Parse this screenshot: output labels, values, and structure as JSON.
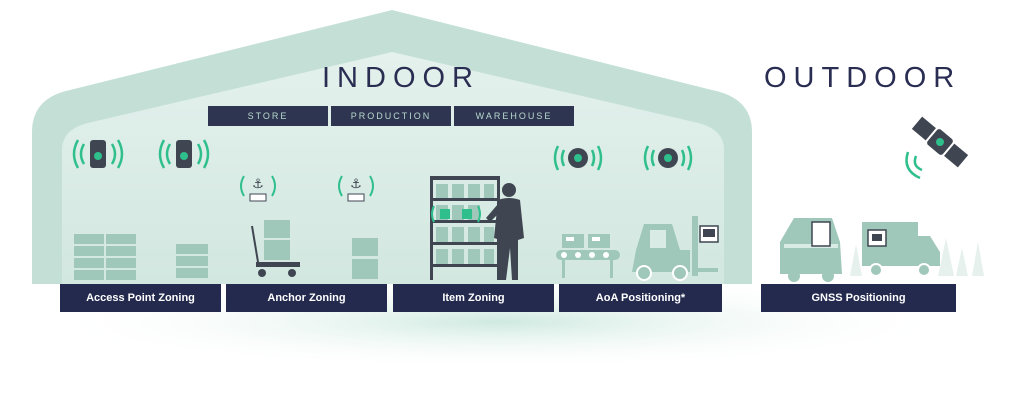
{
  "headings": {
    "indoor": "INDOOR",
    "outdoor": "OUTDOOR"
  },
  "zones": [
    "STORE",
    "PRODUCTION",
    "WAREHOUSE"
  ],
  "labels": {
    "access_point": "Access Point Zoning",
    "anchor": "Anchor Zoning",
    "item": "Item Zoning",
    "aoa": "AoA Positioning*",
    "gnss": "GNSS Positioning"
  },
  "icons": [
    "access-point-icon",
    "anchor-tag-icon",
    "item-tag-icon",
    "aoa-locator-icon",
    "satellite-icon"
  ],
  "colors": {
    "building_outline": "#c4e0d6",
    "building_inner": "#d8ebe5",
    "object_fill": "#9fc7ba",
    "accent_green": "#2fbf8c",
    "navy": "#232a4e",
    "dark_gray": "#3f4651"
  }
}
